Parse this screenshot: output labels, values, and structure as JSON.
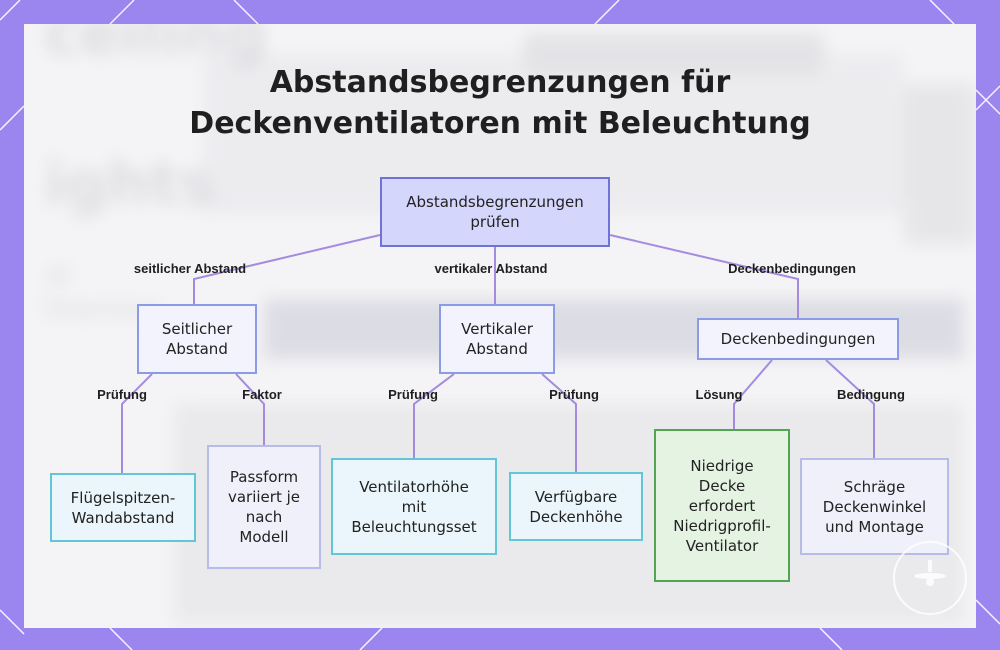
{
  "diagram": {
    "title": "Abstandsbegrenzungen für\nDeckenventilatoren mit Beleuchtung",
    "nodes": {
      "root": "Abstandsbegrenzungen\nprüfen",
      "seitlicher": "Seitlicher\nAbstand",
      "vertikaler": "Vertikaler\nAbstand",
      "decken": "Deckenbedingungen",
      "fluegel": "Flügelspitzen-\nWandabstand",
      "passform": "Passform\nvariiert je\nnach\nModell",
      "ventilator": "Ventilatorhöhe\nmit\nBeleuchtungsset",
      "verfuegbar": "Verfügbare\nDeckenhöhe",
      "niedrig": "Niedrige\nDecke\nerfordert\nNiedrigprofil-\nVentilator",
      "schraeg": "Schräge\nDeckenwinkel\nund Montage"
    },
    "edges": {
      "root_seitlicher": "seitlicher Abstand",
      "root_vertikaler": "vertikaler Abstand",
      "root_decken": "Deckenbedingungen",
      "seitlicher_fluegel": "Prüfung",
      "seitlicher_passform": "Faktor",
      "vertikaler_ventilator": "Prüfung",
      "vertikaler_verfuegbar": "Prüfung",
      "decken_niedrig": "Lösung",
      "decken_schraeg": "Bedingung"
    }
  },
  "colors": {
    "frame": "#9b86f0",
    "edge": "#a48be0",
    "root_fill": "#d5d6fb",
    "cyan_border": "#62c6d6",
    "green_border": "#53a455"
  }
}
